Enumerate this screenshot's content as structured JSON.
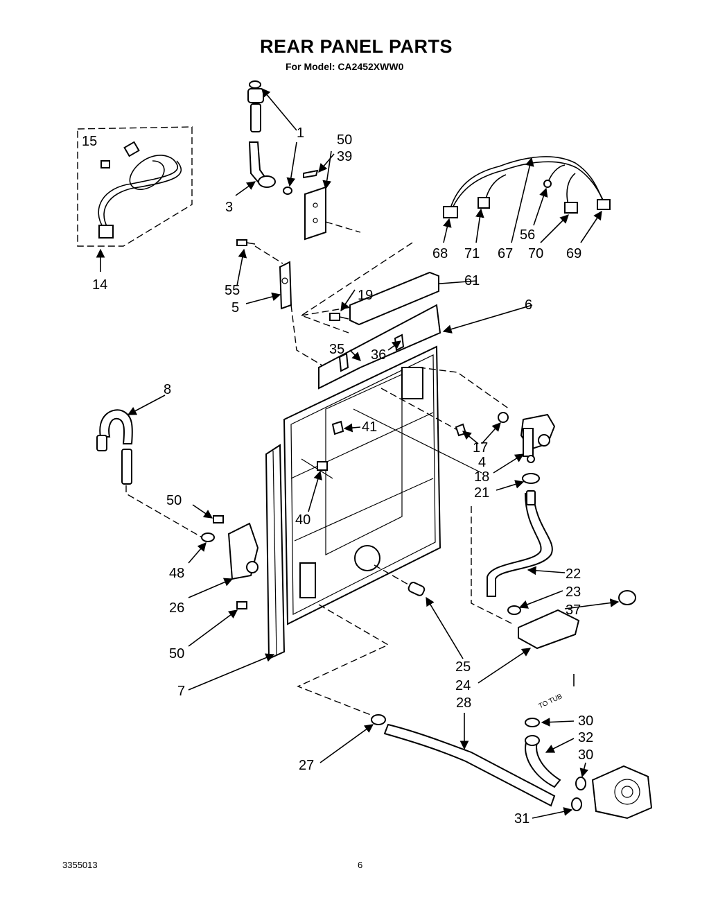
{
  "title": "REAR PANEL PARTS",
  "subtitle": "For Model:  CA2452XWW0",
  "document_number": "3355013",
  "page_number": "6",
  "diagram_text": {
    "to_tub": "TO TUB"
  },
  "callouts": [
    "15",
    "14",
    "1",
    "50",
    "39",
    "3",
    "68",
    "71",
    "67",
    "56",
    "70",
    "69",
    "55",
    "61",
    "5",
    "19",
    "6",
    "35",
    "36",
    "8",
    "41",
    "17",
    "4",
    "18",
    "21",
    "40",
    "50",
    "48",
    "26",
    "50",
    "7",
    "22",
    "23",
    "37",
    "25",
    "24",
    "28",
    "30",
    "32",
    "30",
    "27",
    "31"
  ]
}
